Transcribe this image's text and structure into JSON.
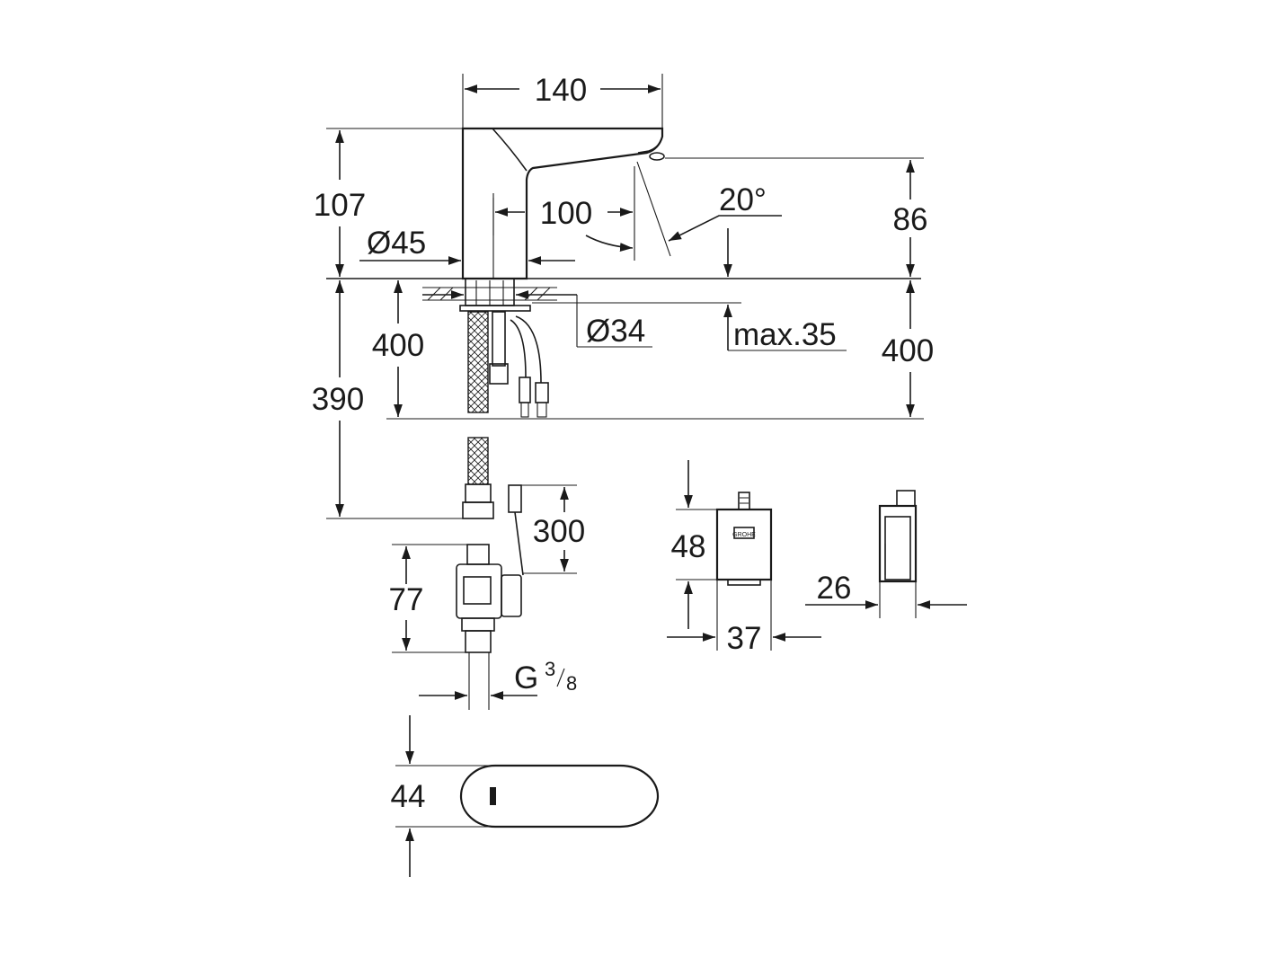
{
  "dimensions": {
    "width_140": "140",
    "height_107": "107",
    "reach_100": "100",
    "angle_20": "20°",
    "height_86": "86",
    "diameter_45": "Ø45",
    "diameter_34": "Ø34",
    "max_35": "max.35",
    "hose_400_left": "400",
    "hose_400_right": "400",
    "cable_390": "390",
    "cable_300": "300",
    "valve_77": "77",
    "thread_g": "G",
    "thread_num": "3",
    "thread_den": "8",
    "box_48": "48",
    "box_37": "37",
    "box_26": "26",
    "sensor_44": "44"
  },
  "logo_text": "GROHE"
}
